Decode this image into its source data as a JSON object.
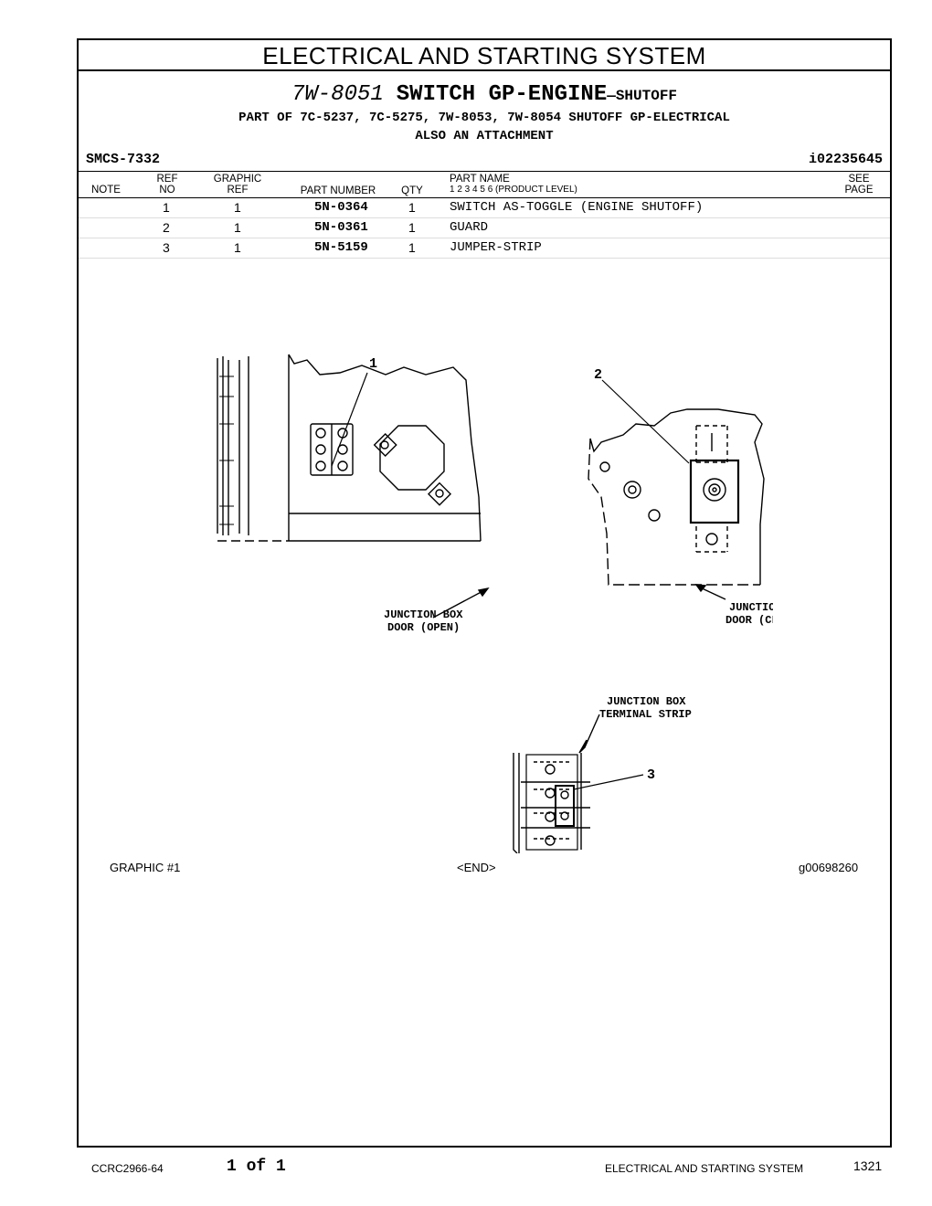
{
  "section_title": "ELECTRICAL AND STARTING SYSTEM",
  "header": {
    "part_number": "7W-8051",
    "part_name": "SWITCH GP-ENGINE",
    "part_suffix": "—SHUTOFF",
    "part_of": "PART OF 7C-5237, 7C-5275, 7W-8053, 7W-8054 SHUTOFF GP-ELECTRICAL",
    "also": "ALSO AN ATTACHMENT",
    "smcs": "SMCS-7332",
    "ref_id": "i02235645"
  },
  "columns": {
    "note": "NOTE",
    "ref_no_1": "REF",
    "ref_no_2": "NO",
    "graphic_ref_1": "GRAPHIC",
    "graphic_ref_2": "REF",
    "part_number": "PART NUMBER",
    "qty": "QTY",
    "part_name": "PART NAME",
    "product_level": "1  2  3  4  5  6  (PRODUCT LEVEL)",
    "see_page_1": "SEE",
    "see_page_2": "PAGE"
  },
  "rows": [
    {
      "ref_no": "1",
      "graphic_ref": "1",
      "part_number": "5N-0364",
      "qty": "1",
      "part_name": "SWITCH AS-TOGGLE (ENGINE SHUTOFF)"
    },
    {
      "ref_no": "2",
      "graphic_ref": "1",
      "part_number": "5N-0361",
      "qty": "1",
      "part_name": "GUARD"
    },
    {
      "ref_no": "3",
      "graphic_ref": "1",
      "part_number": "5N-5159",
      "qty": "1",
      "part_name": "JUMPER-STRIP"
    }
  ],
  "graphic": {
    "callout_1": "1",
    "callout_2": "2",
    "callout_3": "3",
    "label_open_1": "JUNCTION BOX",
    "label_open_2": "DOOR (OPEN)",
    "label_closed_1": "JUNCTION BOX",
    "label_closed_2": "DOOR (CLOSED)",
    "label_strip_1": "JUNCTION BOX",
    "label_strip_2": "TERMINAL STRIP"
  },
  "captions": {
    "graphic": "GRAPHIC #1",
    "end": "<END>",
    "graphic_id": "g00698260"
  },
  "footer": {
    "doc_id": "CCRC2966-64",
    "page_of": "1 of 1",
    "section": "ELECTRICAL AND STARTING SYSTEM",
    "page_number": "1321"
  }
}
